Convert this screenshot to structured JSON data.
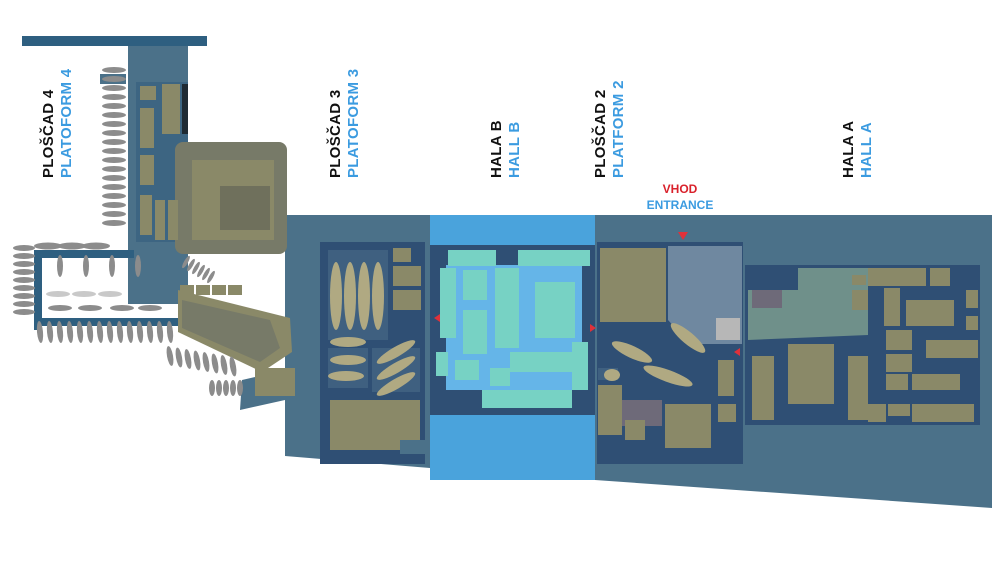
{
  "colors": {
    "ground": "#4b7189",
    "hall_b": "#4aa3dc",
    "hall_b_floor": "#65b5e8",
    "hall_dark": "#2f4f74",
    "booth": "#8a8968",
    "booth_b": "#77d2c4",
    "boat": "#b0a982",
    "boat_grey": "#8c8c8c",
    "pier": "#2e5f80",
    "marker": "#e0313a",
    "label_cz": "#111111",
    "label_en": "#3b9be0",
    "entrance_cz": "#d9212b"
  },
  "labels": {
    "platform4": {
      "cz": "PLOŠČAD 4",
      "en": "PLATOFORM 4"
    },
    "platform3": {
      "cz": "PLOŠČAD 3",
      "en": "PLATOFORM 3"
    },
    "hallb": {
      "cz": "HALA B",
      "en": "HALL B"
    },
    "platform2": {
      "cz": "PLOŠČAD 2",
      "en": "PLATFORM 2"
    },
    "halla": {
      "cz": "HALA A",
      "en": "HALL A"
    }
  },
  "entrance": {
    "cz": "VHOD",
    "en": "ENTRANCE"
  }
}
